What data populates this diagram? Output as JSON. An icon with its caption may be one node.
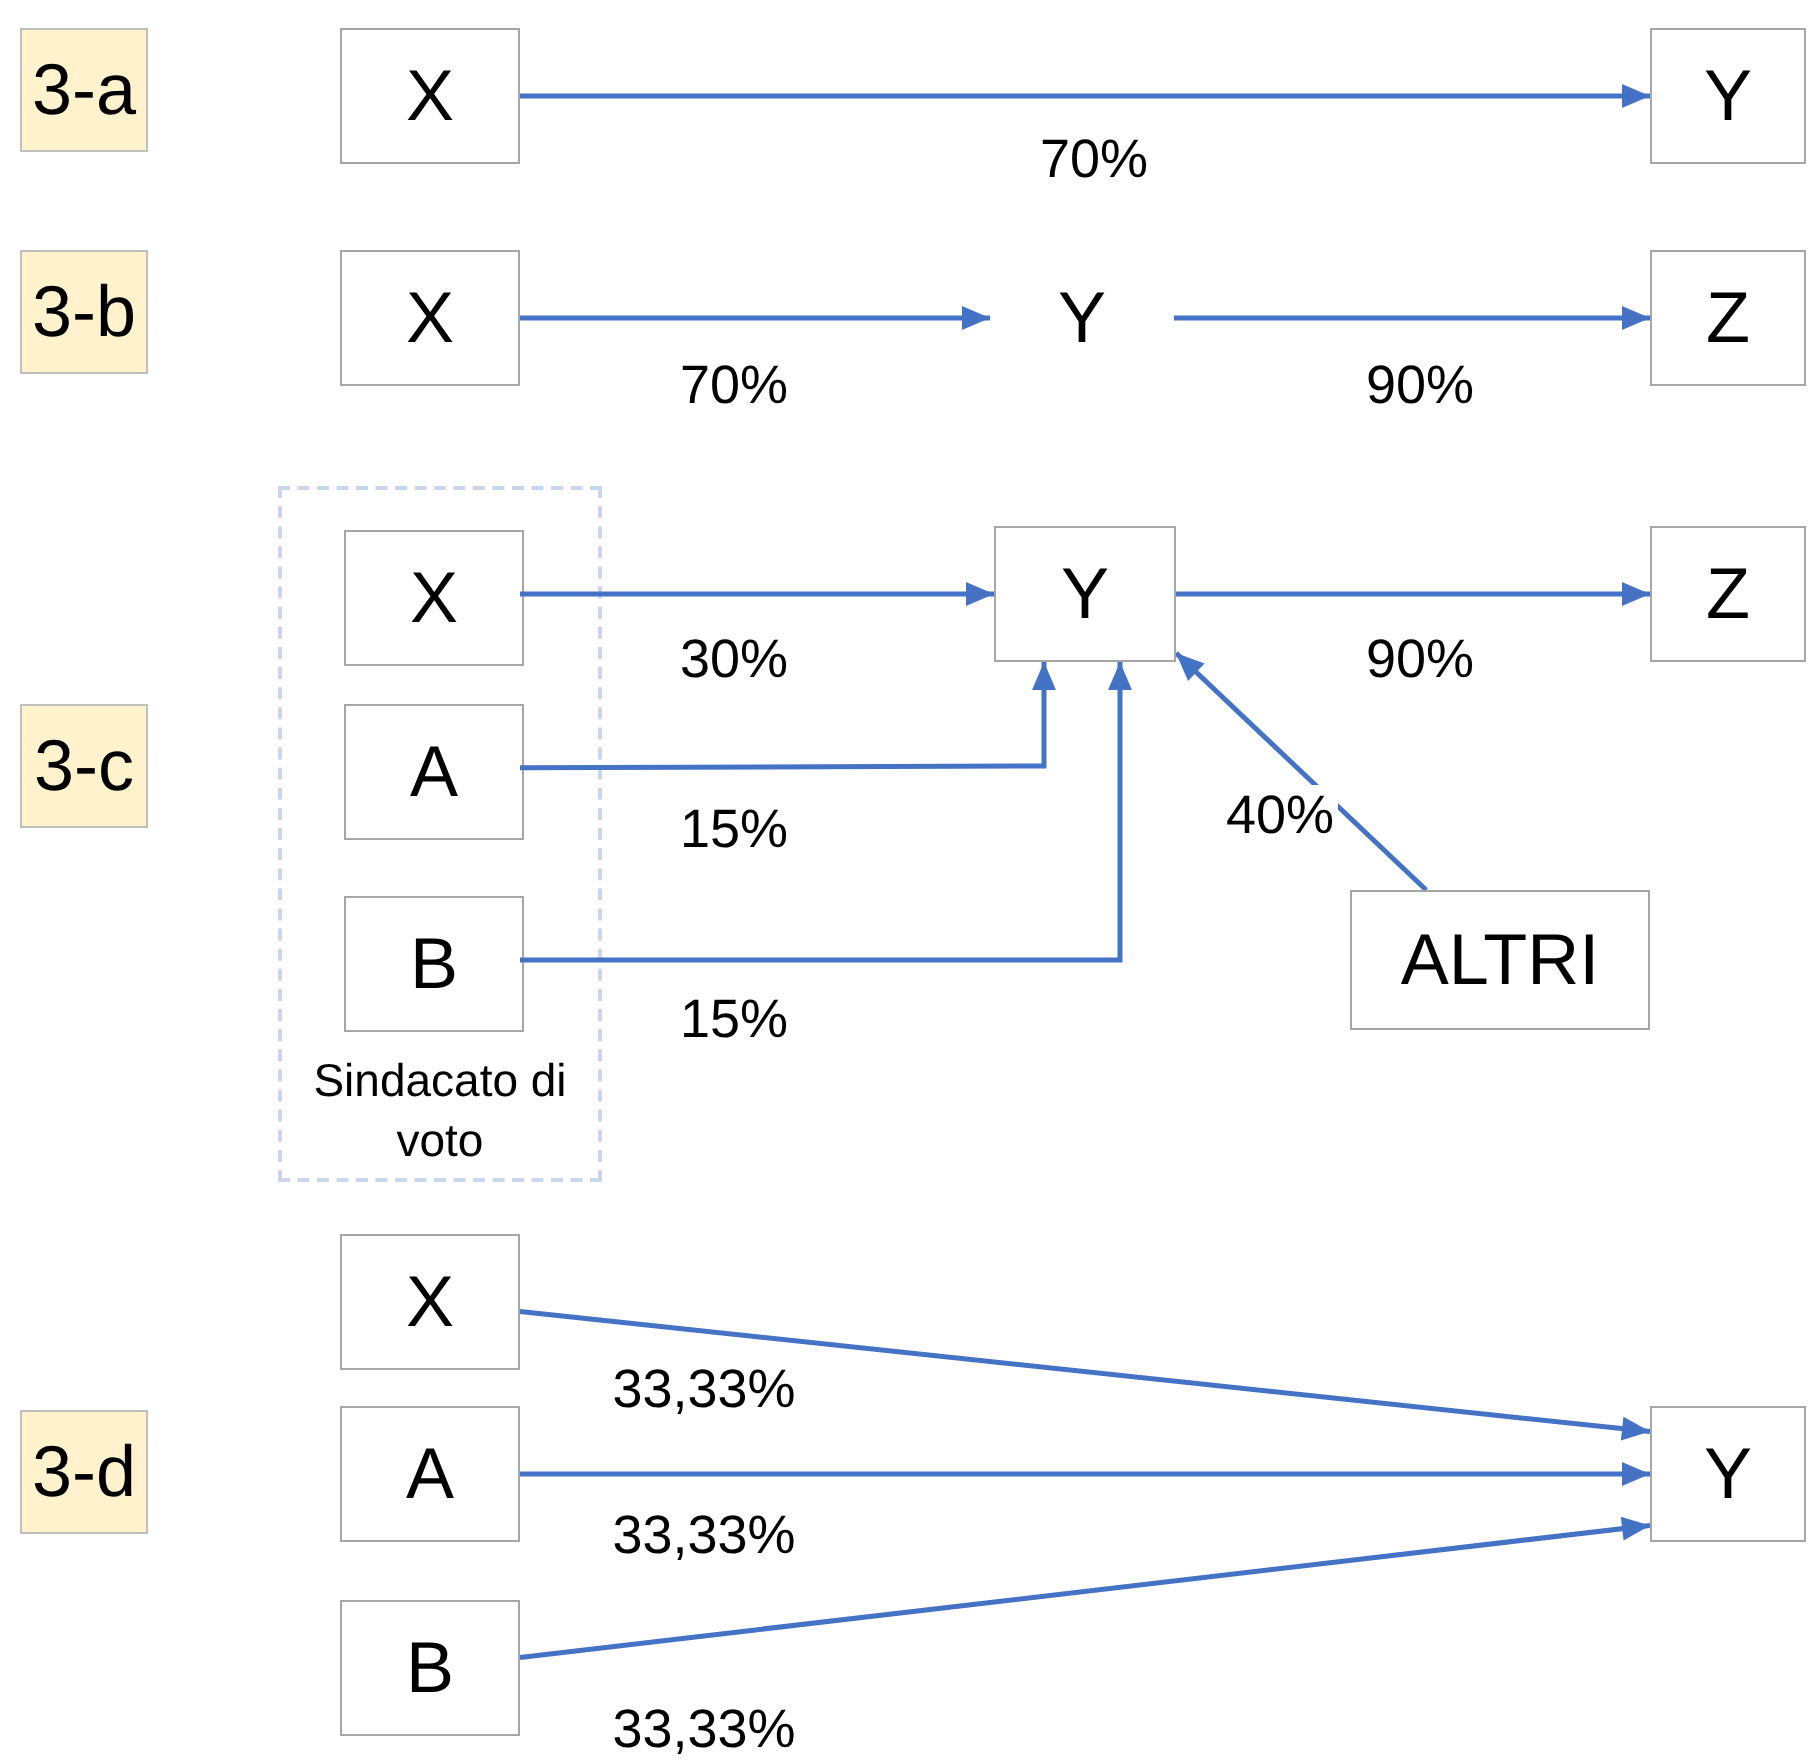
{
  "diagram": {
    "nodes": [
      {
        "text": [
          "3-a"
        ]
      },
      {
        "text": [
          "X"
        ]
      },
      {
        "text": [
          "Y"
        ]
      },
      {
        "text": [
          "3-b"
        ]
      },
      {
        "text": [
          "X"
        ]
      },
      {
        "text": [
          "Y"
        ]
      },
      {
        "text": [
          "Z"
        ]
      },
      {
        "text": [
          "3-c"
        ]
      },
      {
        "text": [
          "Sindacato di voto"
        ]
      },
      {
        "text": [
          "X"
        ],
        "in": 8
      },
      {
        "text": [
          "Y"
        ]
      },
      {
        "text": [
          "Z"
        ]
      },
      {
        "text": [
          "A"
        ],
        "in": 8
      },
      {
        "text": [
          "B"
        ],
        "in": 8
      },
      {
        "text": [
          "ALTRI"
        ]
      },
      {
        "text": [
          "3-d"
        ]
      },
      {
        "text": [
          "X"
        ]
      },
      {
        "text": [
          "A"
        ]
      },
      {
        "text": [
          "Y"
        ]
      },
      {
        "text": [
          "B"
        ]
      }
    ],
    "edges": [
      {
        "from": 1,
        "to": 2,
        "arrow": "to",
        "label": "70%"
      },
      {
        "from": 4,
        "to": 5,
        "arrow": "to",
        "label": "70%"
      },
      {
        "from": 5,
        "to": 6,
        "arrow": "to",
        "label": "90%"
      },
      {
        "from": 9,
        "to": 10,
        "arrow": "to",
        "label": "30%"
      },
      {
        "from": 10,
        "to": 11,
        "arrow": "to",
        "label": "90%"
      },
      {
        "from": 12,
        "to": 10,
        "arrow": "to",
        "label": "15%"
      },
      {
        "from": 13,
        "to": 10,
        "arrow": "to",
        "label": "15%"
      },
      {
        "from": 14,
        "to": 10,
        "arrow": "to",
        "label": "40%"
      },
      {
        "from": 16,
        "to": 18,
        "arrow": "to",
        "label": "33,33%"
      },
      {
        "from": 17,
        "to": 18,
        "arrow": "to",
        "label": "33,33%"
      },
      {
        "from": 19,
        "to": 18,
        "arrow": "to",
        "label": "33,33%"
      }
    ]
  }
}
